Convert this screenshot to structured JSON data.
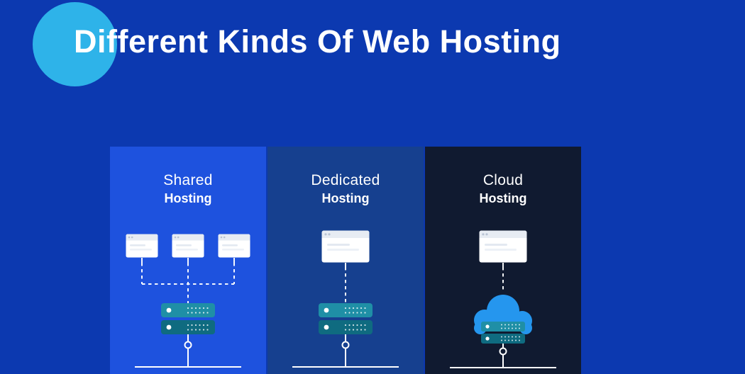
{
  "slide": {
    "title": "Different Kinds Of Web Hosting",
    "colors": {
      "background": "#0C39B0",
      "accent_circle": "#2EB3E9",
      "panel_shared_bg": "#1E52DE",
      "panel_dedicated_bg": "#16408F",
      "panel_cloud_bg": "#101A30",
      "server_top": "#1F8FA6",
      "server_bottom": "#0F6B80",
      "cloud": "#2596EE",
      "connector": "#FFFFFF"
    },
    "icons": [
      "browser-window-icon",
      "server-rack-icon",
      "cloud-server-icon",
      "dashed-connector-lines",
      "network-node-line"
    ]
  },
  "panels": [
    {
      "title_line1": "Shared",
      "title_line2": "Hosting"
    },
    {
      "title_line1": "Dedicated",
      "title_line2": "Hosting"
    },
    {
      "title_line1": "Cloud",
      "title_line2": "Hosting"
    }
  ]
}
